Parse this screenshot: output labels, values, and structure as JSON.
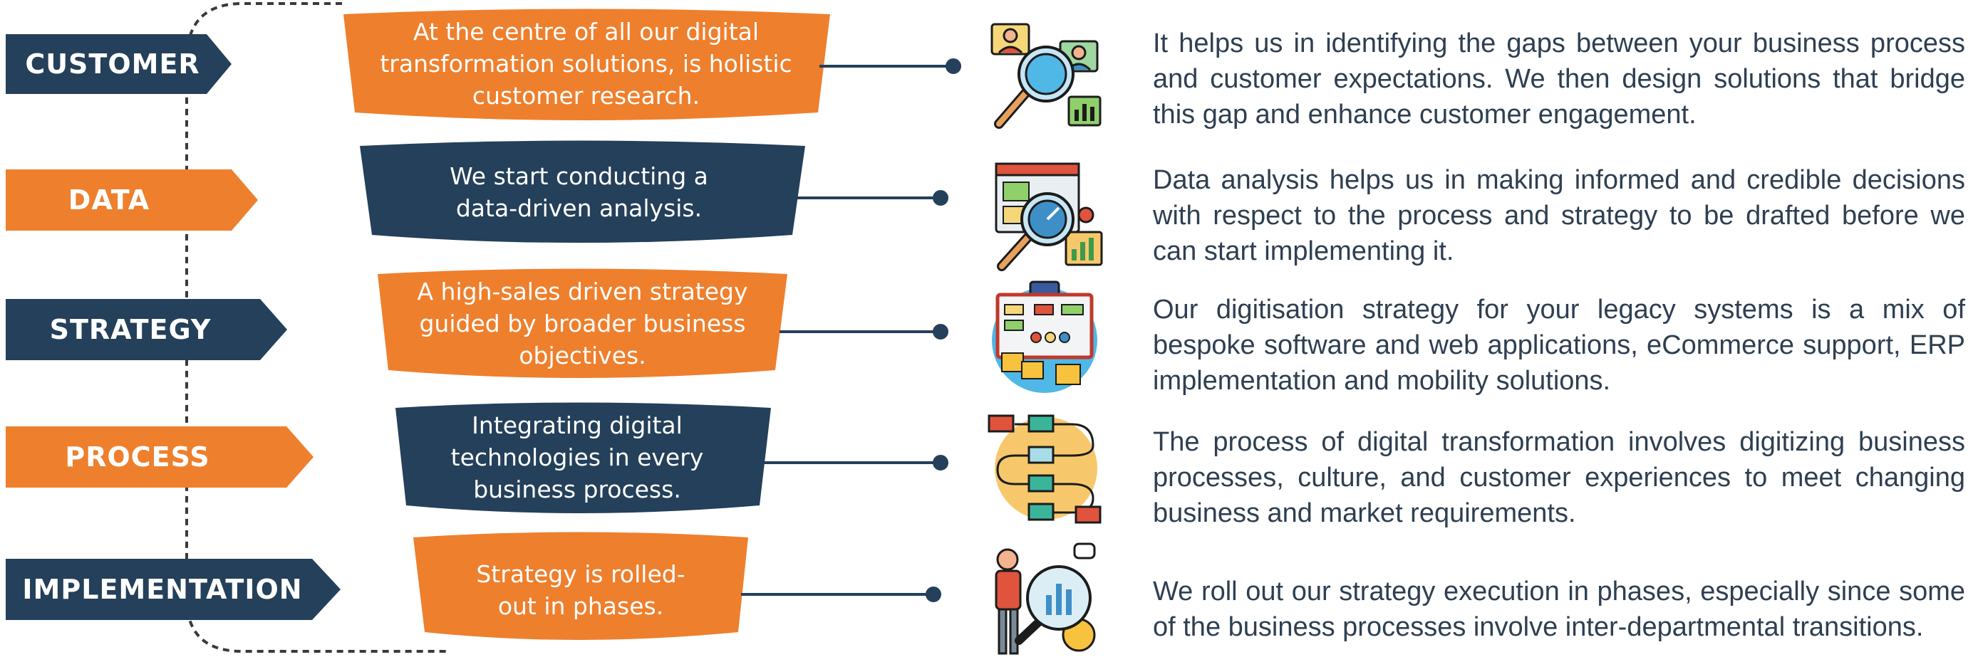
{
  "colors": {
    "navy": "#24405a",
    "orange": "#ee7f2d",
    "text": "#2f3f51"
  },
  "rows": [
    {
      "label": "CUSTOMER",
      "label_color": "navy",
      "panel_color": "orange",
      "panel_text": "At the centre of all our digital transformation solutions, is holistic customer research.",
      "icon": "customer-research-icon",
      "description": "It helps us in identifying the gaps between your business process and customer expectations. We then design solutions that bridge this gap and enhance customer engagement."
    },
    {
      "label": "DATA",
      "label_color": "orange",
      "panel_color": "navy",
      "panel_text": "We start conducting a data-driven analysis.",
      "icon": "data-analysis-icon",
      "description": "Data analysis helps us in making informed and credible decisions with respect to the process and strategy to be drafted before we can start implementing it."
    },
    {
      "label": "STRATEGY",
      "label_color": "navy",
      "panel_color": "orange",
      "panel_text": "A high-sales driven strategy guided by broader business objectives.",
      "icon": "strategy-board-icon",
      "description": "Our digitisation strategy for your legacy systems is a mix of bespoke software and web applications, eCommerce support, ERP implementation and mobility solutions."
    },
    {
      "label": "PROCESS",
      "label_color": "orange",
      "panel_color": "navy",
      "panel_text": "Integrating digital technologies in every business process.",
      "icon": "process-flow-icon",
      "description": "The process of digital transformation involves digitizing business processes, culture, and customer experiences to meet changing business and market requirements."
    },
    {
      "label": "IMPLEMENTATION",
      "label_color": "navy",
      "panel_color": "orange",
      "panel_text": "Strategy is rolled-out in phases.",
      "icon": "implementation-presenter-icon",
      "description": "We roll out our strategy execution in phases, especially since some of the business processes involve inter-departmental transitions."
    }
  ]
}
